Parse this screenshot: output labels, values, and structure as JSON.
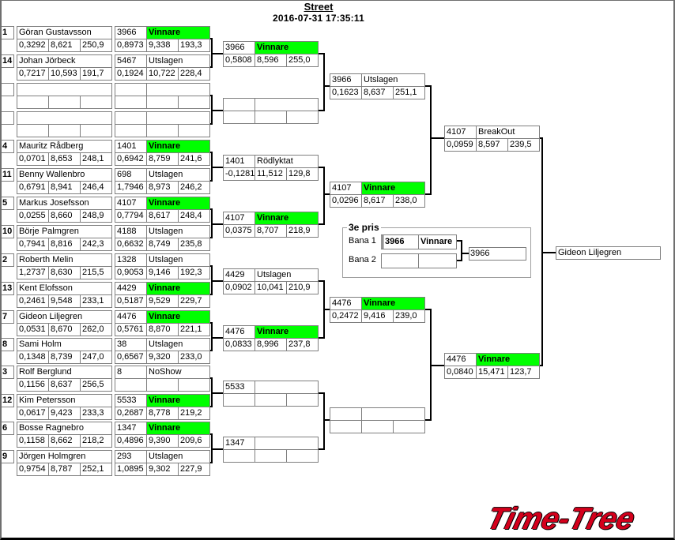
{
  "header": {
    "title": "Street",
    "datetime": "2016-07-31 17:35:11"
  },
  "colors": {
    "winner_status": "Vinnare",
    "winner_highlight": "#00ff00",
    "logo_red": "#d4001c",
    "line": "#000000",
    "cell_border": "#7f7f7f"
  },
  "round1": [
    {
      "seed": "1",
      "name": "Göran Gustavsson",
      "times": [
        "0,3292",
        "8,621",
        "250,9"
      ],
      "result": {
        "number": "3966",
        "status": "Vinnare",
        "times": [
          "0,8973",
          "9,338",
          "193,3"
        ]
      }
    },
    {
      "seed": "14",
      "name": "Johan Jörbeck",
      "times": [
        "0,7217",
        "10,593",
        "191,7"
      ],
      "result": {
        "number": "5467",
        "status": "Utslagen",
        "times": [
          "0,1924",
          "10,722",
          "228,4"
        ]
      }
    },
    {
      "seed": "",
      "name": "",
      "times": [
        "",
        "",
        ""
      ],
      "result": {
        "number": "",
        "status": "",
        "times": [
          "",
          "",
          ""
        ]
      }
    },
    {
      "seed": "",
      "name": "",
      "times": [
        "",
        "",
        ""
      ],
      "result": {
        "number": "",
        "status": "",
        "times": [
          "",
          "",
          ""
        ]
      }
    },
    {
      "seed": "4",
      "name": "Mauritz Rådberg",
      "times": [
        "0,0701",
        "8,653",
        "248,1"
      ],
      "result": {
        "number": "1401",
        "status": "Vinnare",
        "times": [
          "0,6942",
          "8,759",
          "241,6"
        ]
      }
    },
    {
      "seed": "11",
      "name": "Benny Wallenbro",
      "times": [
        "0,6791",
        "8,941",
        "246,4"
      ],
      "result": {
        "number": "698",
        "status": "Utslagen",
        "times": [
          "1,7946",
          "8,973",
          "246,2"
        ]
      }
    },
    {
      "seed": "5",
      "name": "Markus Josefsson",
      "times": [
        "0,0255",
        "8,660",
        "248,9"
      ],
      "result": {
        "number": "4107",
        "status": "Vinnare",
        "times": [
          "0,7794",
          "8,617",
          "248,4"
        ]
      }
    },
    {
      "seed": "10",
      "name": "Börje Palmgren",
      "times": [
        "0,7941",
        "8,816",
        "242,3"
      ],
      "result": {
        "number": "4188",
        "status": "Utslagen",
        "times": [
          "0,6632",
          "8,749",
          "235,8"
        ]
      }
    },
    {
      "seed": "2",
      "name": "Roberth Melin",
      "times": [
        "1,2737",
        "8,630",
        "215,5"
      ],
      "result": {
        "number": "1328",
        "status": "Utslagen",
        "times": [
          "0,9053",
          "9,146",
          "192,3"
        ]
      }
    },
    {
      "seed": "13",
      "name": "Kent Elofsson",
      "times": [
        "0,2461",
        "9,548",
        "233,1"
      ],
      "result": {
        "number": "4429",
        "status": "Vinnare",
        "times": [
          "0,5187",
          "9,529",
          "229,7"
        ]
      }
    },
    {
      "seed": "7",
      "name": "Gideon Liljegren",
      "times": [
        "0,0531",
        "8,670",
        "262,0"
      ],
      "result": {
        "number": "4476",
        "status": "Vinnare",
        "times": [
          "0,5761",
          "8,870",
          "221,1"
        ]
      }
    },
    {
      "seed": "8",
      "name": "Sami Holm",
      "times": [
        "0,1348",
        "8,739",
        "247,0"
      ],
      "result": {
        "number": "38",
        "status": "Utslagen",
        "times": [
          "0,6567",
          "9,320",
          "233,0"
        ]
      }
    },
    {
      "seed": "3",
      "name": "Rolf Berglund",
      "times": [
        "0,1156",
        "8,637",
        "256,5"
      ],
      "result": {
        "number": "8",
        "status": "NoShow",
        "times": [
          "",
          "",
          ""
        ]
      }
    },
    {
      "seed": "12",
      "name": "Kim Petersson",
      "times": [
        "0,0617",
        "9,423",
        "233,3"
      ],
      "result": {
        "number": "5533",
        "status": "Vinnare",
        "times": [
          "0,2687",
          "8,778",
          "219,2"
        ]
      }
    },
    {
      "seed": "6",
      "name": "Bosse Ragnebro",
      "times": [
        "0,1158",
        "8,662",
        "218,2"
      ],
      "result": {
        "number": "1347",
        "status": "Vinnare",
        "times": [
          "0,4896",
          "9,390",
          "209,6"
        ]
      }
    },
    {
      "seed": "9",
      "name": "Jörgen Holmgren",
      "times": [
        "0,9754",
        "8,787",
        "252,1"
      ],
      "result": {
        "number": "293",
        "status": "Utslagen",
        "times": [
          "1,0895",
          "9,302",
          "227,9"
        ]
      }
    }
  ],
  "round2": [
    {
      "number": "3966",
      "status": "Vinnare",
      "times": [
        "0,5808",
        "8,596",
        "255,0"
      ]
    },
    {
      "number": "",
      "status": "",
      "times": [
        "",
        "",
        ""
      ]
    },
    {
      "number": "1401",
      "status": "Rödlyktat",
      "times": [
        "-0,1281",
        "11,512",
        "129,8"
      ]
    },
    {
      "number": "4107",
      "status": "Vinnare",
      "times": [
        "0,0375",
        "8,707",
        "218,9"
      ]
    },
    {
      "number": "4429",
      "status": "Utslagen",
      "times": [
        "0,0902",
        "10,041",
        "210,9"
      ]
    },
    {
      "number": "4476",
      "status": "Vinnare",
      "times": [
        "0,0833",
        "8,996",
        "237,8"
      ]
    },
    {
      "number": "5533",
      "status": "",
      "times": [
        "",
        "",
        ""
      ]
    },
    {
      "number": "1347",
      "status": "",
      "times": [
        "",
        "",
        ""
      ]
    }
  ],
  "round3": [
    {
      "number": "3966",
      "status": "Utslagen",
      "times": [
        "0,1623",
        "8,637",
        "251,1"
      ]
    },
    {
      "number": "4107",
      "status": "Vinnare",
      "times": [
        "0,0296",
        "8,617",
        "238,0"
      ]
    },
    {
      "number": "4476",
      "status": "Vinnare",
      "times": [
        "0,2472",
        "9,416",
        "239,0"
      ]
    },
    {
      "number": "",
      "status": "",
      "times": [
        "",
        "",
        ""
      ]
    }
  ],
  "round4": [
    {
      "number": "4107",
      "status": "BreakOut",
      "times": [
        "0,0959",
        "8,597",
        "239,5"
      ]
    },
    {
      "number": "4476",
      "status": "Vinnare",
      "times": [
        "0,0840",
        "15,471",
        "123,7"
      ]
    }
  ],
  "final": {
    "winner": "Gideon Liljegren"
  },
  "third_place": {
    "title": "3e pris",
    "lanes": [
      {
        "label": "Bana 1",
        "number": "3966",
        "status": "Vinnare"
      },
      {
        "label": "Bana 2",
        "number": "",
        "status": ""
      }
    ],
    "result": "3966"
  },
  "logo": {
    "text": "Time-Tree"
  }
}
